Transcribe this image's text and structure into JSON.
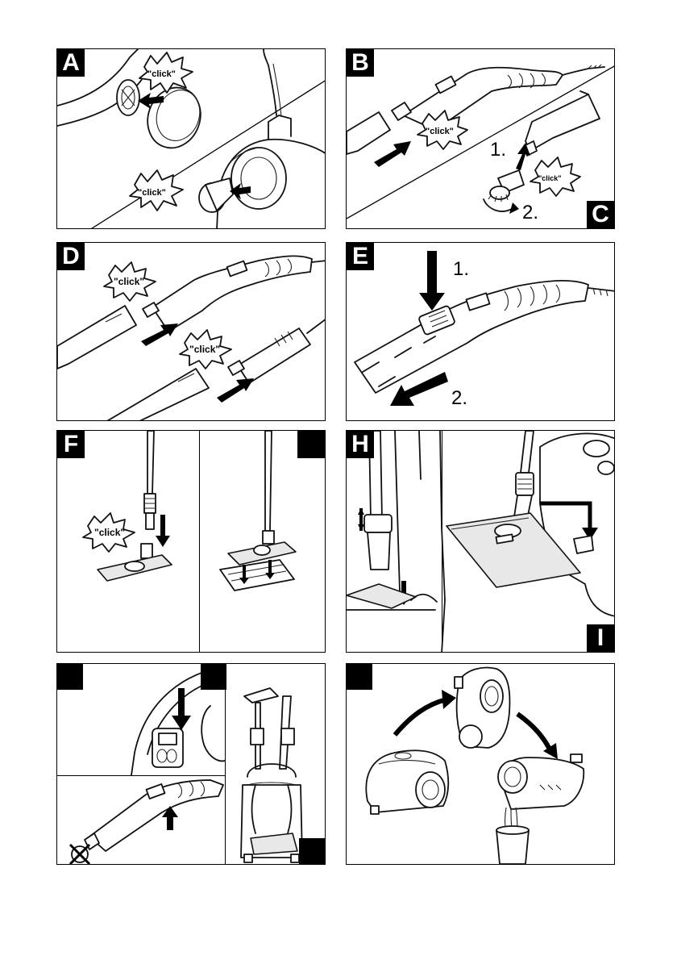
{
  "panels": {
    "A": {
      "tag": "A",
      "click_top": "\"click\"",
      "click_bottom": "\"click\""
    },
    "B": {
      "tag": "B",
      "click": "\"click\""
    },
    "C": {
      "tag": "C",
      "step1": "1.",
      "step2": "2.",
      "click": "\"click\""
    },
    "D": {
      "tag": "D",
      "click_top": "\"click\"",
      "click_bottom": "\"click\""
    },
    "E": {
      "tag": "E",
      "step1": "1.",
      "step2": "2."
    },
    "F": {
      "tag": "F",
      "click": "\"click\""
    },
    "H": {
      "tag": "H"
    },
    "I": {
      "tag": "I"
    }
  },
  "colors": {
    "ink": "#000000",
    "paper": "#ffffff",
    "tint": "#e8e8e8"
  }
}
